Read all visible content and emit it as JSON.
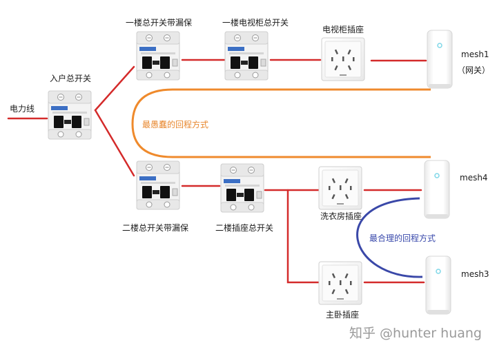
{
  "labels": {
    "power_line": "电力线",
    "main_switch": "入户总开关",
    "floor1_main_rcd": "一楼总开关带漏保",
    "floor1_tv_cabinet_switch": "一楼电视柜总开关",
    "tv_cabinet_socket": "电视柜插座",
    "floor2_main_rcd": "二楼总开关带漏保",
    "floor2_socket_switch": "二楼插座总开关",
    "laundry_socket": "洗衣房插座",
    "master_bedroom_socket": "主卧插座",
    "mesh1": "mesh1",
    "mesh1_note": "（网关）",
    "mesh4": "mesh4",
    "mesh3": "mesh3",
    "dumbest_backhaul": "最愚蠢的回程方式",
    "best_backhaul": "最合理的回程方式",
    "watermark": "知乎 @hunter huang"
  },
  "colors": {
    "power_wire": "#d42a2a",
    "dumb_backhaul": "#ef8a2c",
    "best_backhaul": "#3a48a8",
    "breaker_body": "#f3f3f3",
    "breaker_handle": "#111111",
    "breaker_badge": "#3c6fc4",
    "socket_face": "#fafafa",
    "router_body": "#ffffff",
    "router_led": "#7fd7e8"
  },
  "icons": {
    "breaker": "circuit-breaker-icon",
    "socket": "wall-socket-icon",
    "router": "mesh-router-icon"
  }
}
